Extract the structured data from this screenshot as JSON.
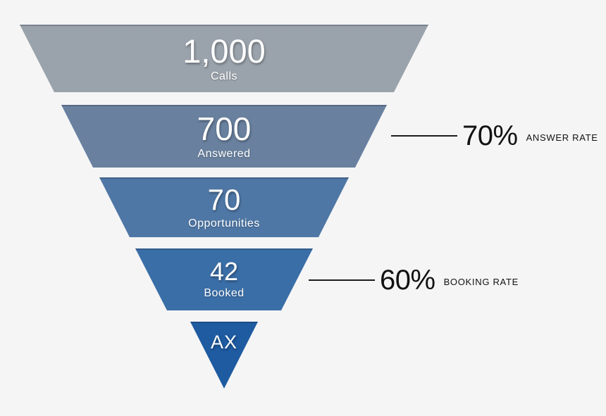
{
  "background_color": "#f5f5f6",
  "chart_data": {
    "type": "funnel",
    "orientation": "inverted-pyramid",
    "stages": [
      {
        "value": "1,000",
        "numeric": 1000,
        "label": "Calls",
        "color": "#9aa2ab"
      },
      {
        "value": "700",
        "numeric": 700,
        "label": "Answered",
        "color": "#69819f"
      },
      {
        "value": "70",
        "numeric": 70,
        "label": "Opportunities",
        "color": "#4f77a5"
      },
      {
        "value": "42",
        "numeric": 42,
        "label": "Booked",
        "color": "#3a6ea7"
      },
      {
        "value": "AX",
        "label": "",
        "color": "#1e5ba1"
      }
    ],
    "annotations": [
      {
        "percent": "70%",
        "label": "ANSWER RATE",
        "attached_to_stage": "Answered",
        "numeric": 70
      },
      {
        "percent": "60%",
        "label": "BOOKING RATE",
        "attached_to_stage": "Booked",
        "numeric": 60
      }
    ],
    "text_color_on_stages": "#ffffff",
    "annotation_text_color": "#121212",
    "legend": "none",
    "grid": "off"
  }
}
